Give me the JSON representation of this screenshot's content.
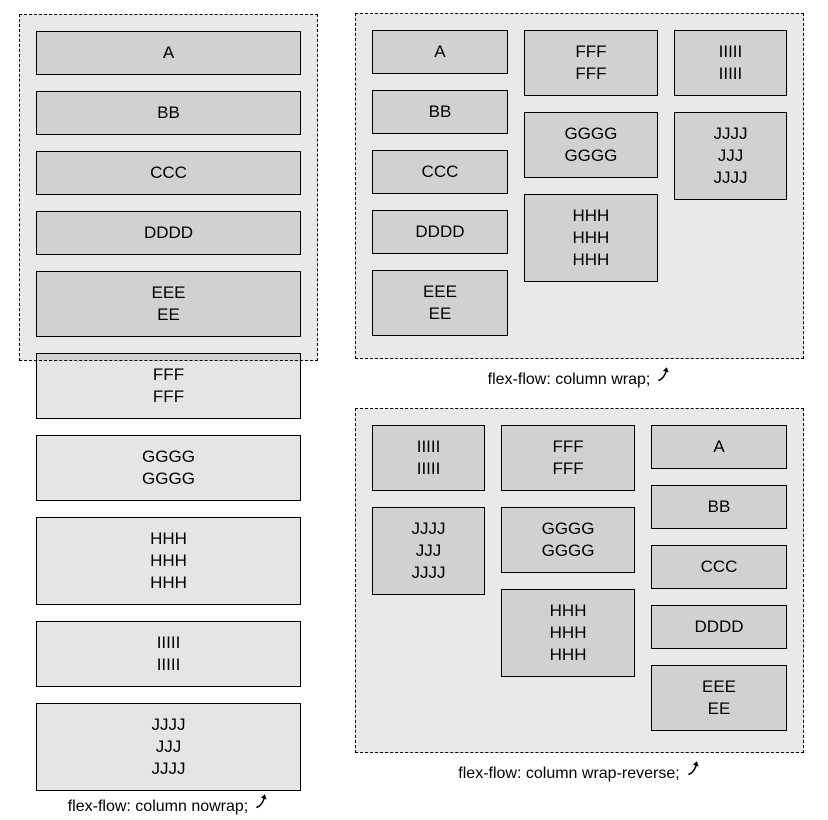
{
  "items": {
    "A": "A",
    "B": "BB",
    "C": "CCC",
    "D": "DDDD",
    "E": "EEE\nEE",
    "F": "FFF\nFFF",
    "G": "GGGG\nGGGG",
    "H": "HHH\nHHH\nHHH",
    "I": "IIIII\nIIIII",
    "J": "JJJJ\nJJJ\nJJJJ"
  },
  "panels": {
    "nowrap": {
      "caption": "flex-flow: column nowrap;",
      "item_order": [
        "A",
        "B",
        "C",
        "D",
        "E",
        "F",
        "G",
        "H",
        "I",
        "J"
      ],
      "overflows_container": true
    },
    "wrap": {
      "caption": "flex-flow: column wrap;",
      "columns": [
        [
          "A",
          "B",
          "C",
          "D",
          "E"
        ],
        [
          "F",
          "G",
          "H"
        ],
        [
          "I",
          "J"
        ]
      ]
    },
    "wrap_reverse": {
      "caption": "flex-flow: column wrap-reverse;",
      "columns": [
        [
          "I",
          "J"
        ],
        [
          "F",
          "G",
          "H"
        ],
        [
          "A",
          "B",
          "C",
          "D",
          "E"
        ]
      ]
    }
  },
  "icons": {
    "caption_arrow": "curved-up-right-arrow"
  },
  "colors": {
    "page_bg": "#ffffff",
    "container_bg": "#e8e8e8",
    "item_bg_inside_container": "#d2d2d2",
    "item_bg_outside_container": "#e6e6e6",
    "border": "#000000",
    "text": "#000000"
  }
}
